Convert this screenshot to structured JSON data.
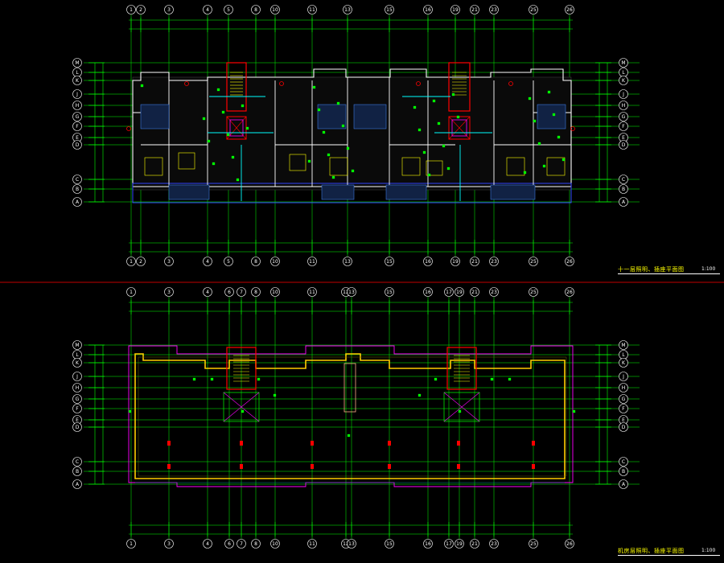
{
  "drawings": [
    {
      "id": "plan-top",
      "title": "十一层照明、插座平面图",
      "scale": "1:100"
    },
    {
      "id": "plan-bottom",
      "title": "机房层照明、插座平面图",
      "scale": "1:100"
    }
  ],
  "grid_columns_top": [
    "1",
    "2",
    "3",
    "4",
    "5",
    "8",
    "10",
    "11",
    "13",
    "15",
    "16",
    "19",
    "21",
    "23",
    "25",
    "26"
  ],
  "grid_columns_bottom": [
    "1",
    "3",
    "4",
    "6",
    "7",
    "8",
    "10",
    "11",
    "12",
    "13",
    "15",
    "16",
    "17",
    "19",
    "21",
    "23",
    "25",
    "26"
  ],
  "grid_rows": [
    "M",
    "L",
    "K",
    "J",
    "H",
    "G",
    "F",
    "E",
    "D",
    "C",
    "B",
    "A"
  ],
  "colors": {
    "background": "#000000",
    "grid_line": "#00ff00",
    "dimension": "#00ff00",
    "wall": "#ffffff",
    "stair": "#ff0000",
    "electrical": "#00ffff",
    "furniture": "#ffff00",
    "separator": "#ff0000",
    "roof_outline": "#ff00ff"
  }
}
